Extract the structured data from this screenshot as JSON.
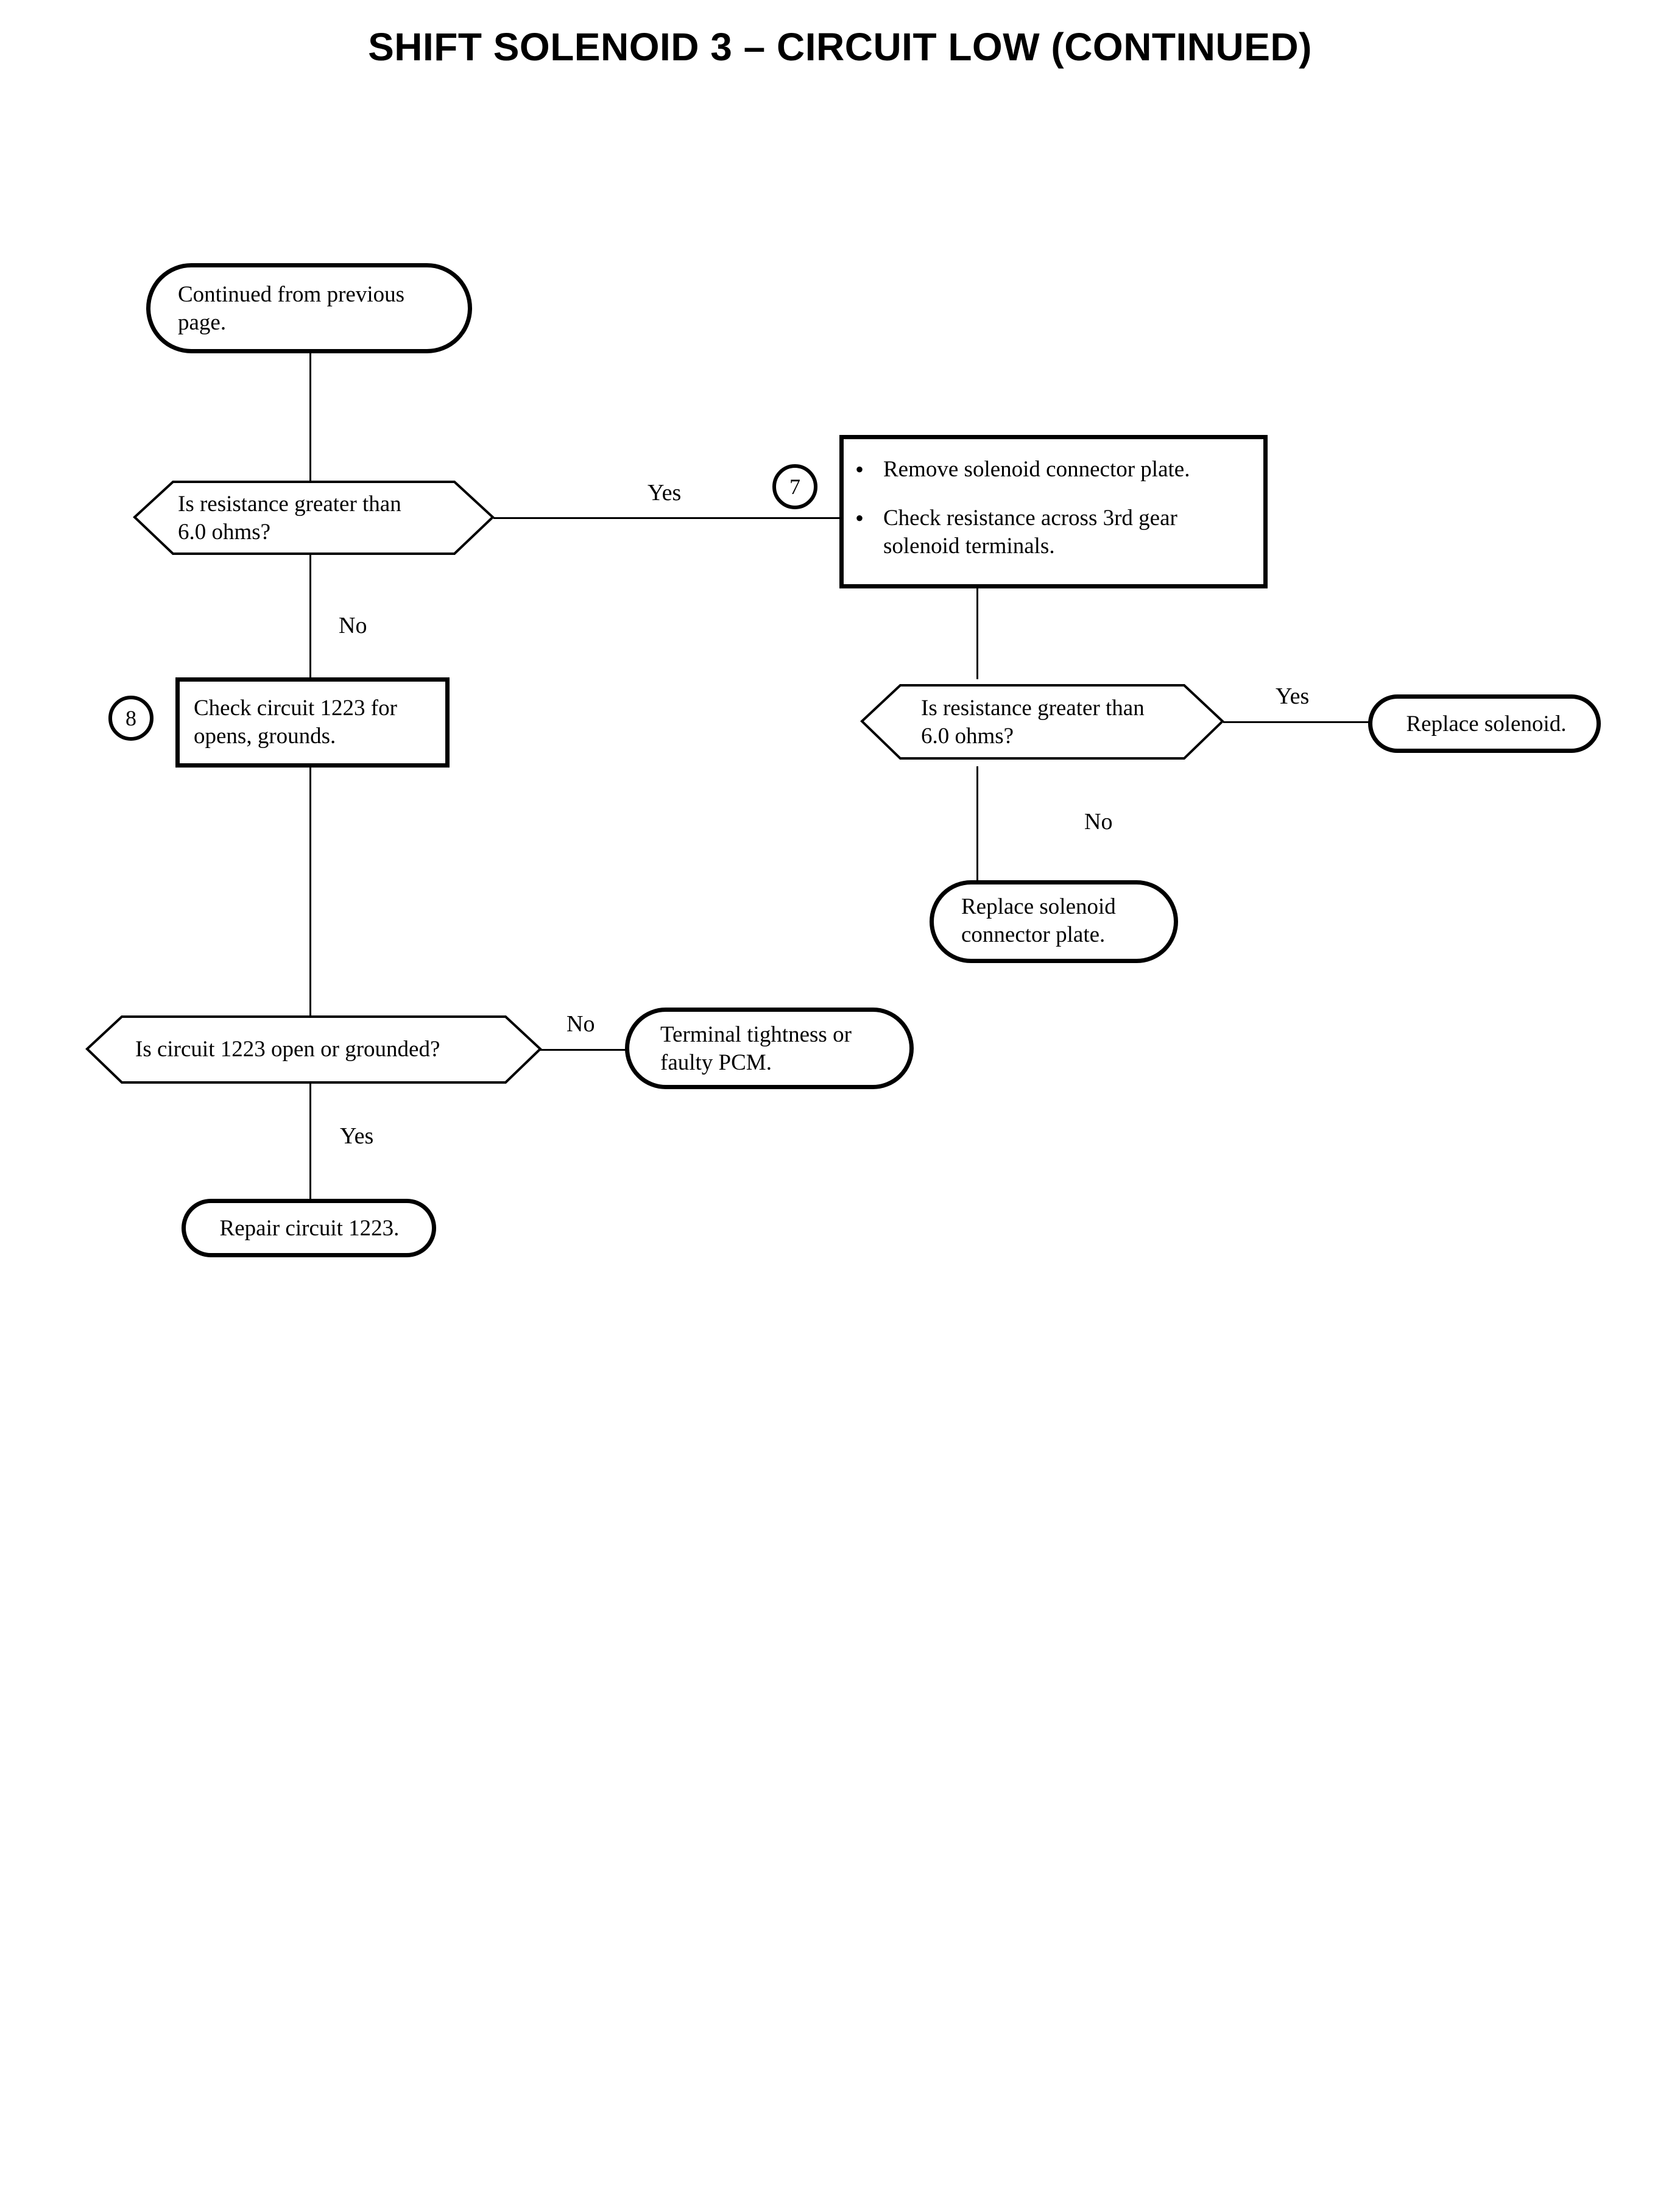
{
  "document": {
    "title": "SHIFT SOLENOID 3 – CIRCUIT LOW (CONTINUED)"
  },
  "colors": {
    "ink": "#000000",
    "paper": "#ffffff"
  },
  "flowchart": {
    "type": "diagnostic-flowchart",
    "nodes": [
      {
        "id": "n1",
        "shape": "terminator",
        "text": "Continued from previous\npage."
      },
      {
        "id": "n2",
        "shape": "decision",
        "text": "Is resistance greater than\n6.0 ohms?"
      },
      {
        "id": "c7",
        "shape": "connector-circle",
        "text": "7"
      },
      {
        "id": "n3",
        "shape": "process-bulleted",
        "bullets": [
          "Remove solenoid connector plate.",
          "Check resistance across 3rd gear\nsolenoid terminals."
        ]
      },
      {
        "id": "c8",
        "shape": "connector-circle",
        "text": "8"
      },
      {
        "id": "n4",
        "shape": "process",
        "text": "Check circuit 1223 for\nopens, grounds."
      },
      {
        "id": "n5",
        "shape": "decision",
        "text": "Is resistance greater than\n6.0 ohms?"
      },
      {
        "id": "n6",
        "shape": "terminator",
        "text": "Replace solenoid."
      },
      {
        "id": "n7",
        "shape": "terminator",
        "text": "Replace solenoid\nconnector plate."
      },
      {
        "id": "n8",
        "shape": "decision",
        "text": "Is circuit 1223 open or grounded?"
      },
      {
        "id": "n9",
        "shape": "terminator",
        "text": "Terminal tightness or\nfaulty PCM."
      },
      {
        "id": "n10",
        "shape": "terminator",
        "text": "Repair circuit 1223."
      }
    ],
    "edge_labels": {
      "n2_yes": "Yes",
      "n2_no": "No",
      "n5_yes": "Yes",
      "n5_no": "No",
      "n8_no": "No",
      "n8_yes": "Yes"
    }
  }
}
